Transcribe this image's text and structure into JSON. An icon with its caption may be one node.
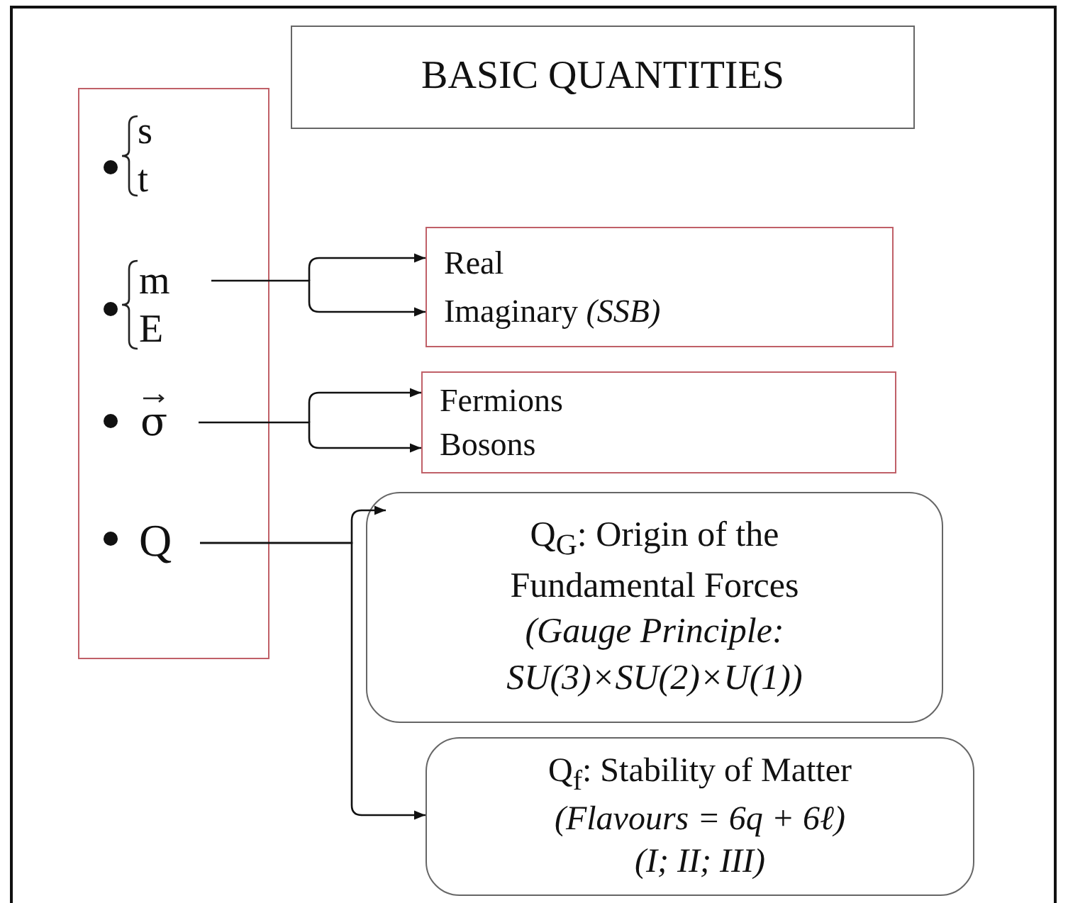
{
  "diagram": {
    "nodes": [
      {
        "text": [
          "BASIC QUANTITIES"
        ]
      },
      {
        "text": [],
        "shape": "box"
      },
      {
        "text": [
          "m",
          "E"
        ],
        "in": 1
      },
      {
        "text": [
          "σ"
        ],
        "in": 1
      },
      {
        "text": [
          "Q"
        ],
        "in": 1
      },
      {
        "text": [
          "Real",
          "Imaginary *(SSB)*"
        ]
      },
      {
        "text": [
          "Fermions",
          "Bosons"
        ]
      },
      {
        "text": [
          "Q$_{G}$: Origin of the Fundamental Forces",
          "(Gauge Principle: SU(3)×SU(2)×U(1))"
        ]
      },
      {
        "text": [
          "Q$_{f}$: Stability of Matter",
          "(Flavours = 6q + 6ℓ)",
          "(I; II; III)"
        ]
      }
    ],
    "edges": [
      {
        "from": 2,
        "to": 5,
        "arrow": "to"
      },
      {
        "from": 3,
        "to": 6,
        "arrow": "to"
      },
      {
        "from": 4,
        "to": 7,
        "arrow": "to"
      },
      {
        "from": 4,
        "to": 8,
        "arrow": "to"
      }
    ],
    "labels": [
      "s",
      "t"
    ]
  }
}
